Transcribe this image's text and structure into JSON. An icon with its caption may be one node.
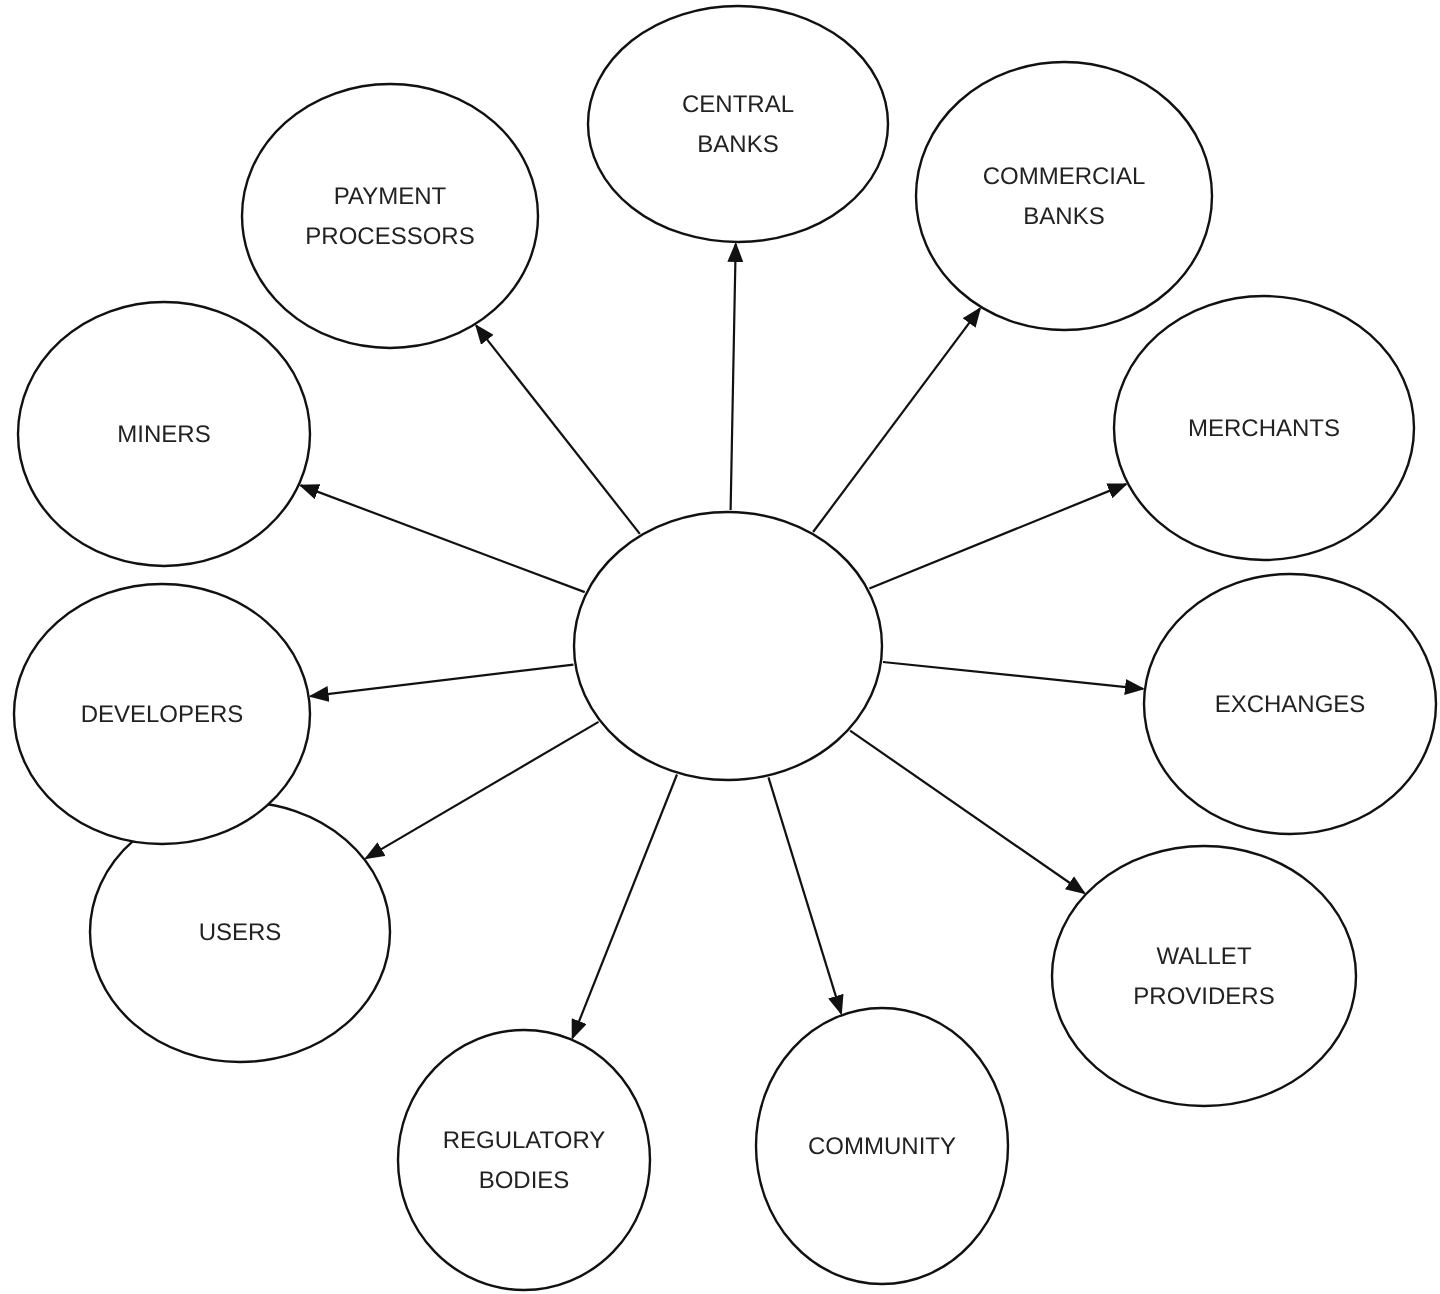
{
  "diagram": {
    "nodes": [
      {
        "text": [],
        "shape": "ellipse"
      },
      {
        "text": [
          "PAYMENT PROCESSORS"
        ]
      },
      {
        "text": [
          "CENTRAL BANKS"
        ]
      },
      {
        "text": [
          "COMMERCIAL BANKS"
        ]
      },
      {
        "text": [
          "MERCHANTS"
        ]
      },
      {
        "text": [
          "EXCHANGES"
        ]
      },
      {
        "text": [
          "WALLET PROVIDERS"
        ]
      },
      {
        "text": [
          "COMMUNITY"
        ]
      },
      {
        "text": [
          "REGULATORY BODIES"
        ]
      },
      {
        "text": [
          "USERS"
        ]
      },
      {
        "text": [
          "DEVELOPERS"
        ]
      },
      {
        "text": [
          "MINERS"
        ]
      }
    ],
    "edges": [
      {
        "from": 0,
        "to": 1,
        "arrow": "to"
      },
      {
        "from": 0,
        "to": 2,
        "arrow": "to"
      },
      {
        "from": 0,
        "to": 3,
        "arrow": "to"
      },
      {
        "from": 0,
        "to": 4,
        "arrow": "to"
      },
      {
        "from": 0,
        "to": 5,
        "arrow": "to"
      },
      {
        "from": 0,
        "to": 6,
        "arrow": "to"
      },
      {
        "from": 0,
        "to": 7,
        "arrow": "to"
      },
      {
        "from": 0,
        "to": 8,
        "arrow": "to"
      },
      {
        "from": 0,
        "to": 9,
        "arrow": "to"
      },
      {
        "from": 0,
        "to": 10,
        "arrow": "to"
      },
      {
        "from": 0,
        "to": 11,
        "arrow": "to"
      }
    ]
  }
}
